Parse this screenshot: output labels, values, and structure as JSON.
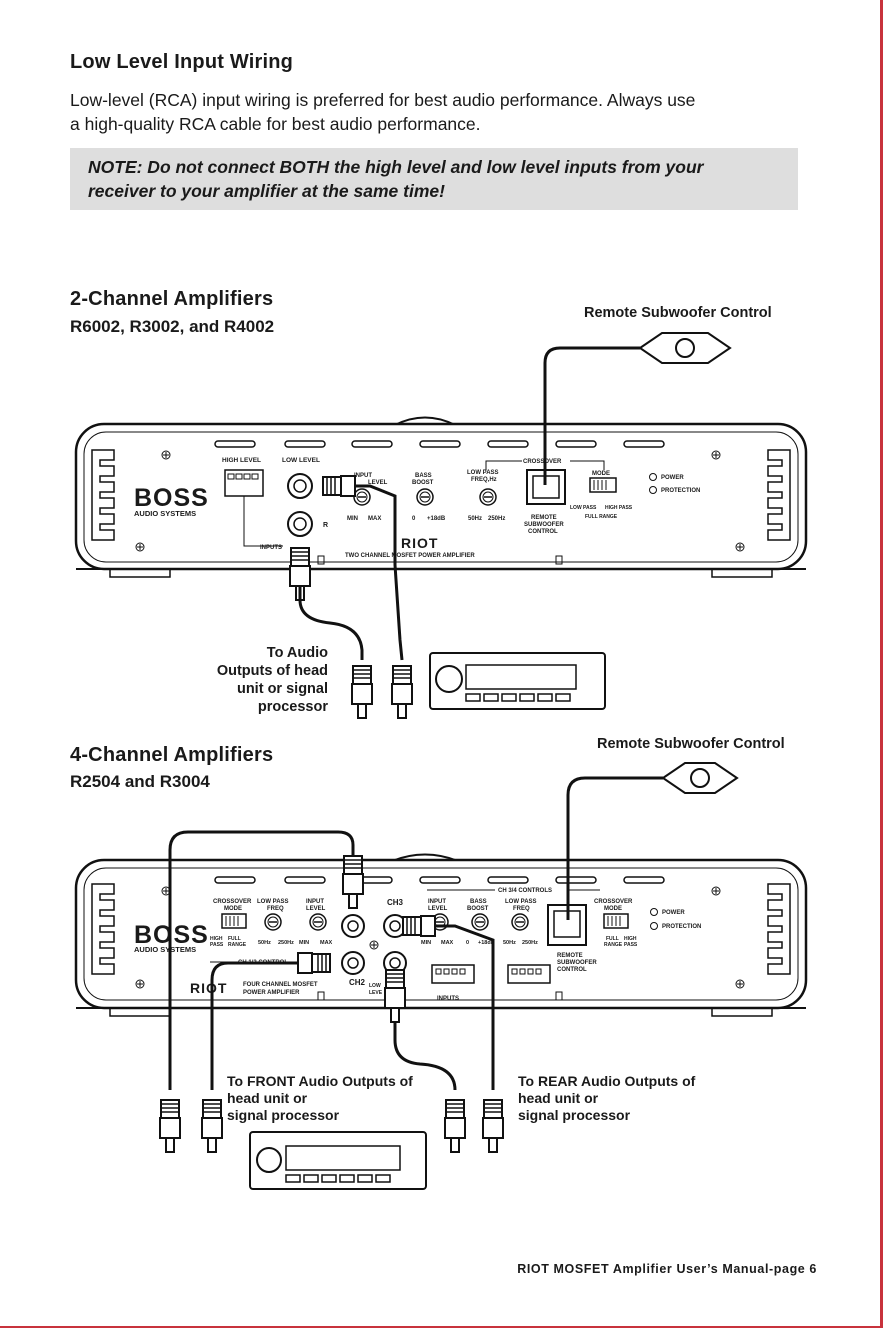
{
  "section_title": "Low Level Input Wiring",
  "intro_line1": "Low-level (RCA) input wiring is preferred for best audio performance. Always use",
  "intro_line2": "a high-quality RCA cable for best audio performance.",
  "note_line1": "NOTE: Do not connect BOTH the high level and low level inputs from your",
  "note_line2": "receiver to your amplifier at the same time!",
  "two_channel": {
    "title": "2-Channel Amplifiers",
    "models": "R6002, R3002, and R4002",
    "remote_label": "Remote Subwoofer Control",
    "dest_lines": [
      "To Audio",
      "Outputs of head",
      "unit or signal",
      "processor"
    ],
    "panel": {
      "logo": "BOSS",
      "logo_sub": "AUDIO SYSTEMS",
      "high_level": "HIGH LEVEL",
      "low_level": "LOW LEVEL",
      "input_level": "INPUT",
      "input_level2": "LEVEL",
      "bass_boost": "BASS",
      "bass_boost2": "BOOST",
      "low_pass": "LOW PASS",
      "low_pass2": "FREQ,Hz",
      "crossover": "CROSSOVER",
      "mode": "MODE",
      "power": "POWER",
      "protection": "PROTECTION",
      "min": "MIN",
      "max": "MAX",
      "db0": "0",
      "db18": "+18dB",
      "hz50": "50Hz",
      "hz250": "250Hz",
      "remote1": "REMOTE",
      "remote2": "SUBWOOFER",
      "remote3": "CONTROL",
      "lp": "LOW PASS",
      "hp": "HIGH PASS",
      "full": "FULL RANGE",
      "inputs": "INPUTS",
      "r": "R",
      "riot": "RIOT",
      "model_desc": "TWO CHANNEL MOSFET POWER AMPLIFIER"
    }
  },
  "four_channel": {
    "title": "4-Channel Amplifiers",
    "models": "R2504 and R3004",
    "remote_label": "Remote Subwoofer Control",
    "front_lines": [
      "To FRONT Audio Outputs of",
      "head unit or",
      "signal processor"
    ],
    "rear_lines": [
      "To REAR Audio Outputs of",
      "head unit or",
      "signal processor"
    ],
    "panel": {
      "logo": "BOSS",
      "logo_sub": "AUDIO SYSTEMS",
      "crossover_mode": "CROSSOVER",
      "crossover_mode2": "MODE",
      "low_pass": "LOW PASS",
      "low_pass2": "FREQ",
      "input_level": "INPUT",
      "input_level2": "LEVEL",
      "ch3": "CH3",
      "ch2": "CH2",
      "bass_boost": "BASS",
      "bass_boost2": "BOOST",
      "ch34": "CH 3/4 CONTROLS",
      "ch12": "CH 1/2 CONTROL",
      "power": "POWER",
      "protection": "PROTECTION",
      "remote1": "REMOTE",
      "remote2": "SUBWOOFER",
      "remote3": "CONTROL",
      "inputs": "INPUTS",
      "riot": "RIOT",
      "model_desc1": "FOUR CHANNEL MOSFET",
      "model_desc2": "POWER AMPLIFIER",
      "min": "MIN",
      "max": "MAX",
      "hz50": "50Hz",
      "hz250": "250Hz",
      "high_pass": "HIGH",
      "high_pass2": "PASS",
      "full_range": "FULL",
      "full_range2": "RANGE",
      "low": "LOW",
      "leve": "LEVE",
      "db0": "0",
      "db18": "+18dB"
    }
  },
  "footer": "RIOT MOSFET Amplifier User’s Manual-page 6"
}
